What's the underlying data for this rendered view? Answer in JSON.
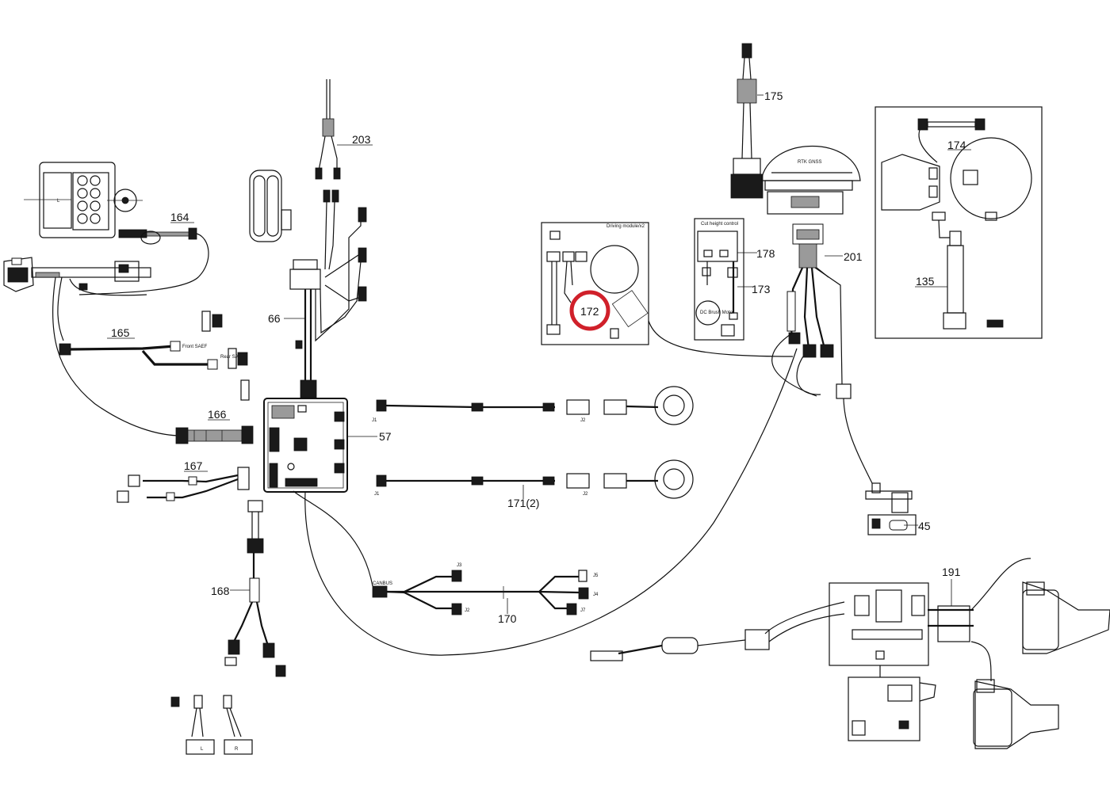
{
  "parts": [
    {
      "id": "p164",
      "label": "164"
    },
    {
      "id": "p165",
      "label": "165"
    },
    {
      "id": "p166",
      "label": "166"
    },
    {
      "id": "p167",
      "label": "167"
    },
    {
      "id": "p168",
      "label": "168"
    },
    {
      "id": "p66",
      "label": "66"
    },
    {
      "id": "p203",
      "label": "203"
    },
    {
      "id": "p57",
      "label": "57"
    },
    {
      "id": "p170",
      "label": "170"
    },
    {
      "id": "p171",
      "label": "171(2)"
    },
    {
      "id": "p172",
      "label": "172"
    },
    {
      "id": "p173",
      "label": "173"
    },
    {
      "id": "p178",
      "label": "178"
    },
    {
      "id": "p175",
      "label": "175"
    },
    {
      "id": "p201",
      "label": "201"
    },
    {
      "id": "p174",
      "label": "174"
    },
    {
      "id": "p135",
      "label": "135"
    },
    {
      "id": "p45",
      "label": "45"
    },
    {
      "id": "p191",
      "label": "191"
    }
  ],
  "connector_labels": {
    "j1_top": "J1",
    "j2_top": "J2",
    "j1_bot": "J1",
    "j2_bot": "J2",
    "canbus": "CANBUS",
    "j3": "J3",
    "j2_170": "J2",
    "j5": "J5",
    "j4": "J4",
    "j7": "J7",
    "left": "L",
    "right": "R"
  },
  "inset_titles": {
    "driving_module": "Driving module/x2",
    "cut_height": "Cut height control",
    "rtk": "RTK GNSS",
    "dc_motor": "DC Brush Motor"
  },
  "highlight_color": "#d0202a"
}
